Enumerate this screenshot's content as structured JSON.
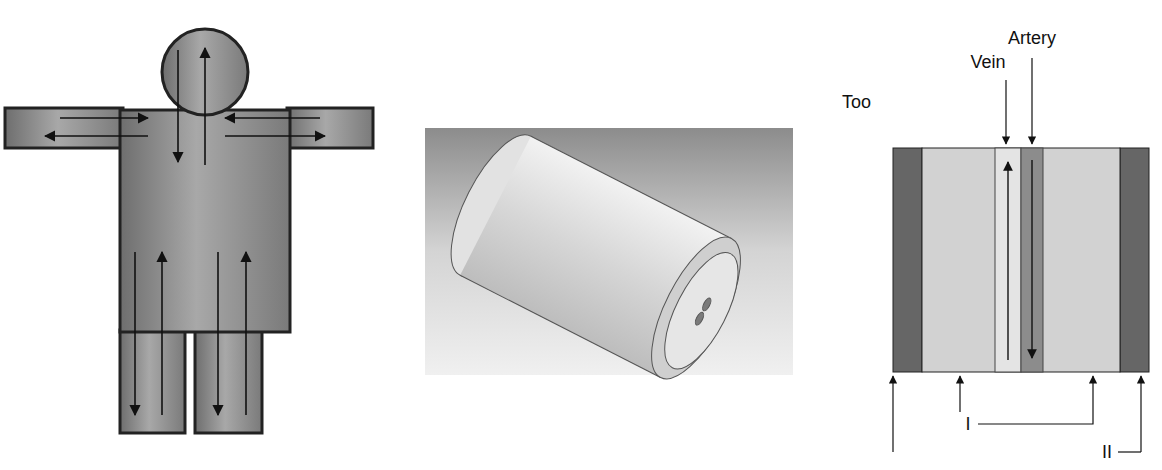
{
  "diagram": {
    "labels": [
      "Vein",
      "Artery",
      "Too",
      "I",
      "II"
    ]
  }
}
